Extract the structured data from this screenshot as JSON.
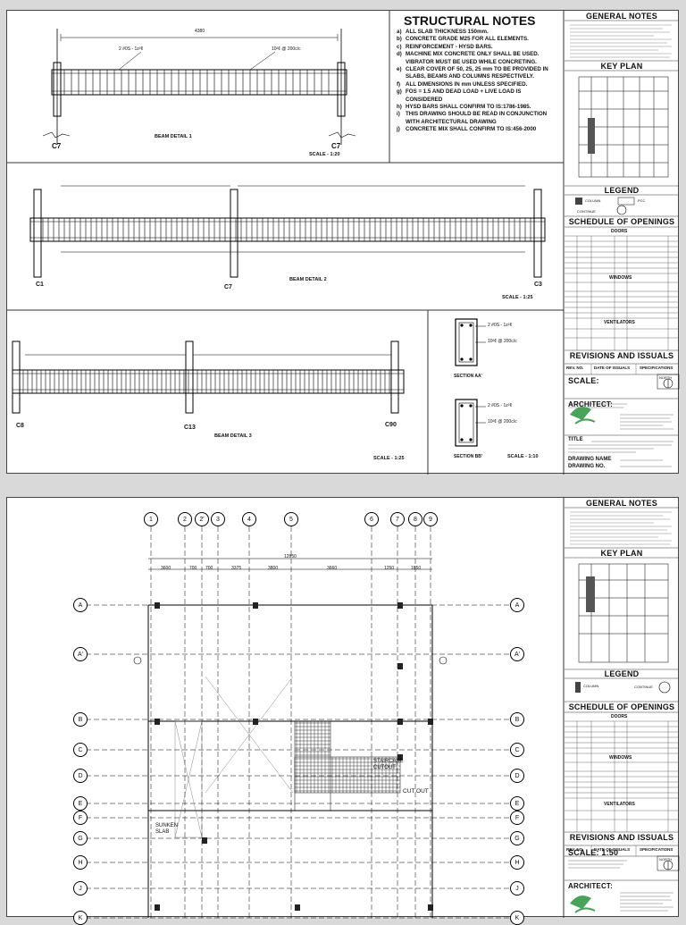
{
  "sheet1": {
    "structural_notes": {
      "title": "STRUCTURAL NOTES",
      "items": [
        {
          "k": "a)",
          "t": "ALL SLAB THICKNESS 150mm."
        },
        {
          "k": "b)",
          "t": "CONCRETE GRADE M25 FOR ALL ELEMENTS."
        },
        {
          "k": "c)",
          "t": "REINFORCEMENT - HYSD BARS."
        },
        {
          "k": "d)",
          "t": "MACHINE MIX CONCRETE ONLY SHALL BE USED. VIBRATOR MUST BE USED WHILE CONCRETING."
        },
        {
          "k": "e)",
          "t": "CLEAR COVER OF 50, 25, 25 mm TO BE PROVIDED IN SLABS, BEAMS AND COLUMNS RESPECTIVELY."
        },
        {
          "k": "f)",
          "t": "ALL DIMENSIONS IN mm UNLESS SPECIFIED."
        },
        {
          "k": "g)",
          "t": "FOS = 1.5 AND DEAD LOAD + LIVE LOAD IS CONSIDERED"
        },
        {
          "k": "h)",
          "t": "HYSD BARS SHALL CONFIRM TO IS:1786-1985."
        },
        {
          "k": "i)",
          "t": "THIS DRAWING SHOULD BE READ IN CONJUNCTION WITH ARCHITECTURAL DRAWING"
        },
        {
          "k": "j)",
          "t": "CONCRETE MIX SHALL CONFIRM TO IS:456-2000"
        }
      ]
    },
    "beam1": {
      "title": "BEAM DETAIL 1",
      "scale": "SCALE - 1:20",
      "col_left": "C7",
      "col_right": "C7",
      "dim": "4380",
      "bar_top": "2 #0S - 1z²¢",
      "stirrup": "10²¢ @ 200c/c"
    },
    "beam2": {
      "title": "BEAM DETAIL 2",
      "scale": "SCALE - 1:25",
      "col_left": "C1",
      "col_mid": "C7",
      "col_right": "C3"
    },
    "beam3": {
      "title": "BEAM DETAIL 3",
      "scale": "SCALE - 1:25",
      "col_left": "C8",
      "col_mid": "C13",
      "col_right": "C90"
    },
    "sections": {
      "scale": "SCALE - 1:10",
      "sec_a": {
        "label": "SECTION AA'",
        "bar": "2 #0S - 1z²¢",
        "stirrup": "10²¢ @ 200c/c"
      },
      "sec_b": {
        "label": "SECTION BB'",
        "bar": "2 #0S - 1z²¢",
        "stirrup": "10²¢ @ 200c/c"
      }
    },
    "tb": {
      "general_notes": "GENERAL NOTES",
      "key_plan": "KEY PLAN",
      "legend": "LEGEND",
      "legend_a": "COLUMN",
      "legend_b": "PCC",
      "legend_c": "CONTINUE",
      "schedule": "SCHEDULE OF OPENINGS",
      "doors": "DOORS",
      "windows": "WINDOWS",
      "ventilators": "VENTILATORS",
      "revisions": "REVISIONS AND ISSUALS",
      "rev_cols": [
        "REV. NO.",
        "DATE OF ISSUALS",
        "SPECIFICATIONS"
      ],
      "scale": "SCALE:",
      "north": "NORTH",
      "architect": "ARCHITECT:",
      "title": "TITLE",
      "drawing_name": "DRAWING NAME",
      "drawing_no": "DRAWING NO."
    }
  },
  "sheet2": {
    "total_dim": "12850",
    "grid_cols": [
      "1",
      "2",
      "2'",
      "3",
      "4",
      "5",
      "6",
      "7",
      "8",
      "9"
    ],
    "grid_rows": [
      "A",
      "A'",
      "B",
      "C",
      "D",
      "E",
      "F",
      "G",
      "H",
      "J",
      "K"
    ],
    "sub_dims": [
      "3600",
      "700",
      "700",
      "3375",
      "3800",
      "3660",
      "1250",
      "1850"
    ],
    "labels": {
      "staircase": "STAIRCASE CUTOUT",
      "cutout": "CUT OUT",
      "sunken": "SUNKEN SLAB"
    },
    "tb": {
      "general_notes": "GENERAL NOTES",
      "key_plan": "KEY PLAN",
      "legend": "LEGEND",
      "legend_a": "COLUMN",
      "legend_c": "CONTINUE",
      "schedule": "SCHEDULE OF OPENINGS",
      "doors": "DOORS",
      "windows": "WINDOWS",
      "ventilators": "VENTILATORS",
      "revisions": "REVISIONS AND ISSUALS",
      "rev_cols": [
        "REV. NO.",
        "DATE OF ISSUALS",
        "SPECIFICATIONS"
      ],
      "scale": "SCALE:  1:50",
      "north": "NORTH",
      "architect": "ARCHITECT:"
    }
  }
}
